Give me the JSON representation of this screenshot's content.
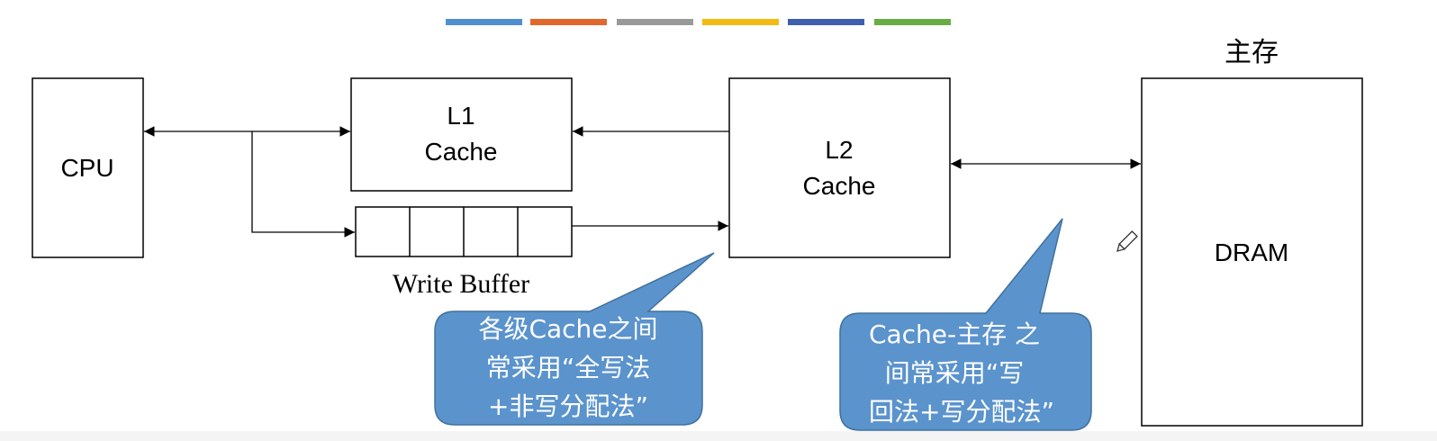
{
  "theme_bar": {
    "colors": [
      "#4f8fd0",
      "#e2672c",
      "#999999",
      "#f2bb13",
      "#3f5fae",
      "#6aac45"
    ]
  },
  "cpu": {
    "label": "CPU"
  },
  "l1": {
    "line1": "L1",
    "line2": "Cache"
  },
  "l2": {
    "line1": "L2",
    "line2": "Cache"
  },
  "write_buffer": {
    "label": "Write Buffer",
    "slots": 4
  },
  "main_memory": {
    "title": "主存",
    "label": "DRAM"
  },
  "callouts": [
    {
      "lines": [
        "各级Cache之间",
        "常采用“全写法",
        "+非写分配法”"
      ],
      "color": "#5b93cd"
    },
    {
      "lines": [
        "Cache-主存 之",
        "间常采用“写",
        "回法+写分配法”"
      ],
      "color": "#5b93cd"
    }
  ],
  "icons": {
    "pen": "pencil-icon"
  }
}
